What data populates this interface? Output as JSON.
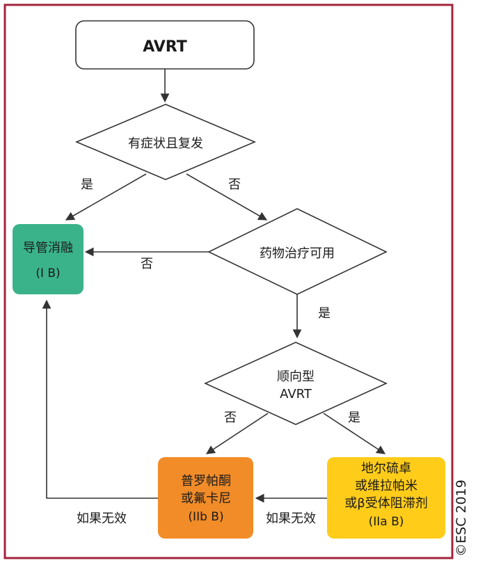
{
  "colors": {
    "frame": "#a3233b",
    "ablation_fill": "#3bb38a",
    "procainamide_fill": "#f28c28",
    "drug_fill": "#ffcc1a",
    "line": "#333333"
  },
  "nodes": {
    "start": {
      "label": "AVRT"
    },
    "q_symptomatic": {
      "label": "有症状且复发"
    },
    "q_drug_available": {
      "label": "药物治疗可用"
    },
    "q_orthodromic": {
      "line1": "顺向型",
      "line2": "AVRT"
    },
    "ablation": {
      "line1": "导管消融",
      "line2": "(I B)"
    },
    "procainamide": {
      "line1": "普罗帕酮",
      "line2": "或氟卡尼",
      "line3": "(IIb B)"
    },
    "drug_therapy": {
      "line1": "地尔硫卓",
      "line2": "或维拉帕米",
      "line3": "或β受体阻滞剂",
      "line4": "(IIa B)"
    }
  },
  "edges": {
    "symptomatic_yes": "是",
    "symptomatic_no": "否",
    "drug_available_no": "否",
    "drug_available_yes": "是",
    "orthodromic_no": "否",
    "orthodromic_yes": "是",
    "drug_ineffective": "如果无效",
    "procainamide_ineffective": "如果无效"
  },
  "copyright": "©ESC 2019"
}
